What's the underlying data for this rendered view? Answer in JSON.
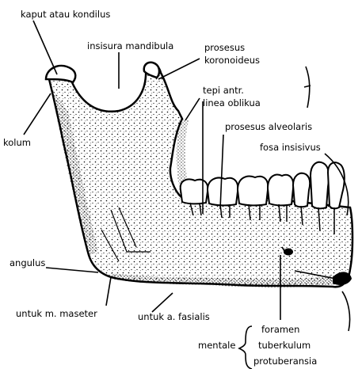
{
  "labels": {
    "caput": "kaput atau kondilus",
    "insisura": "insisura mandibula",
    "prosesus1": "prosesus",
    "prosesus2": "koronoideus",
    "tepi1": "tepi antr.",
    "tepi2": "linea oblikua",
    "kolum": "kolum",
    "alveolaris": "prosesus alveolaris",
    "fosa": "fosa insisivus",
    "angulus": "angulus",
    "maseter": "untuk m. maseter",
    "fasialis": "untuk a. fasialis",
    "foramen": "foramen",
    "mentale": "mentale",
    "tuberkulum": "tuberkulum",
    "protuberansia": "protuberansia"
  }
}
